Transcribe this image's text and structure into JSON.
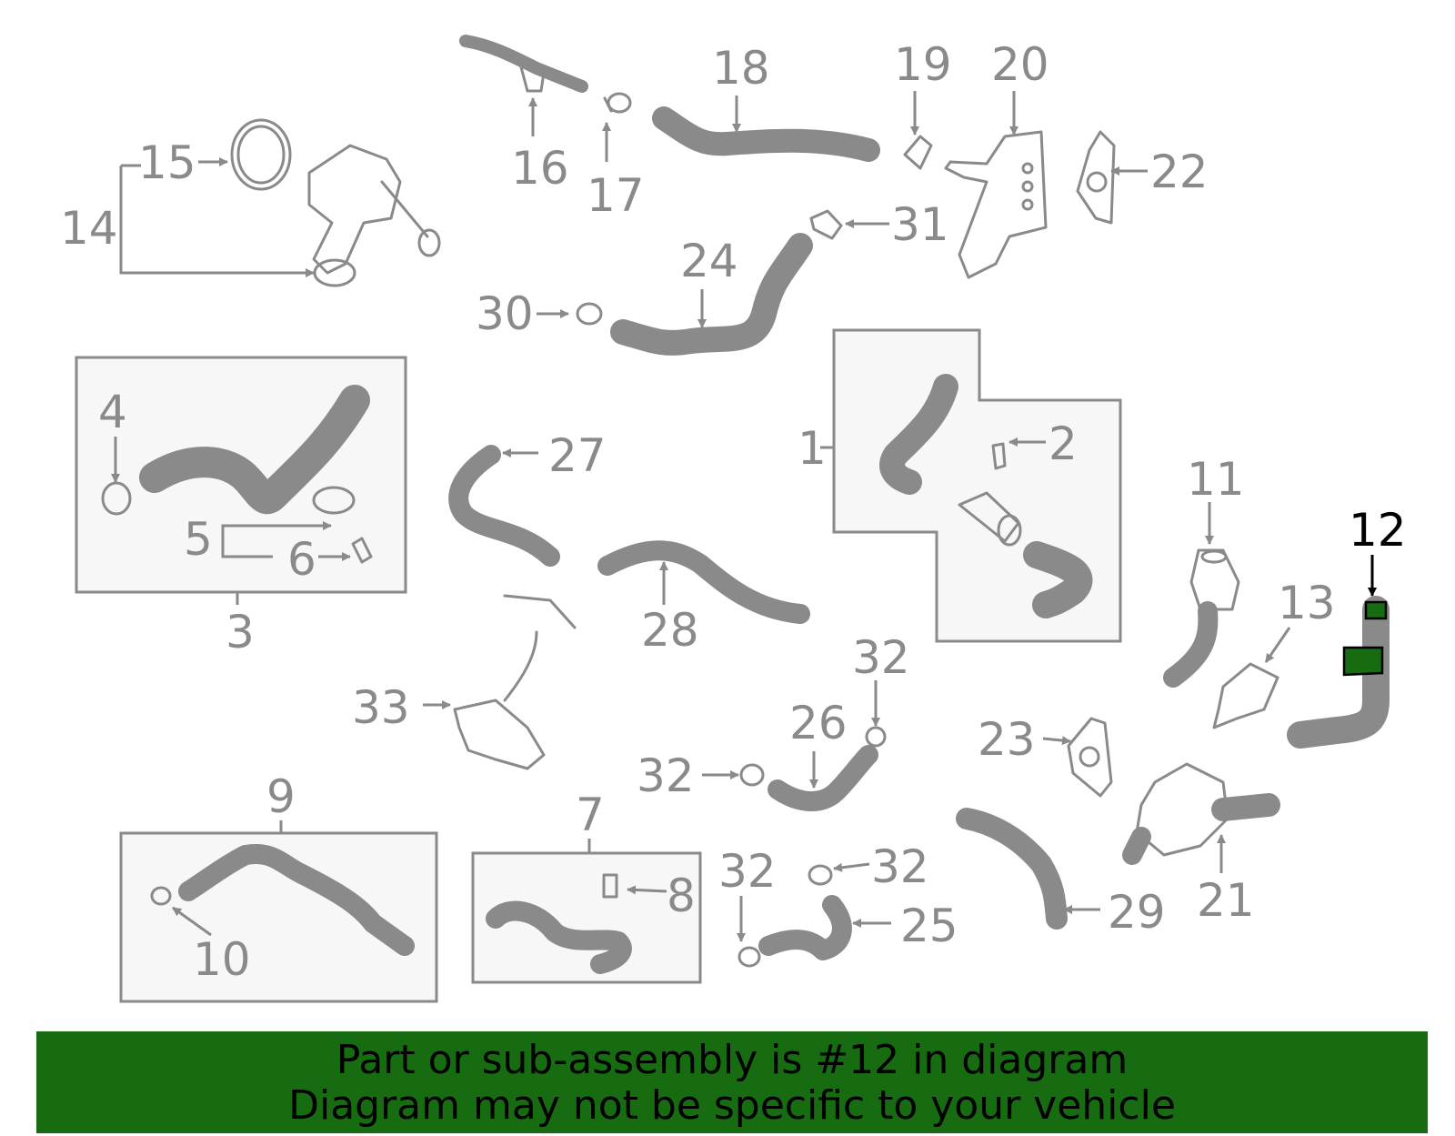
{
  "diagram": {
    "highlighted_part": "12",
    "highlight_color": "#176b11",
    "line_color": "#8a8a8a",
    "callouts": {
      "c1": "1",
      "c2": "2",
      "c3": "3",
      "c4": "4",
      "c5": "5",
      "c6": "6",
      "c7": "7",
      "c8": "8",
      "c9": "9",
      "c10": "10",
      "c11": "11",
      "c12": "12",
      "c13": "13",
      "c14": "14",
      "c15": "15",
      "c16": "16",
      "c17": "17",
      "c18": "18",
      "c19": "19",
      "c20": "20",
      "c21": "21",
      "c22": "22",
      "c23": "23",
      "c24": "24",
      "c25": "25",
      "c26": "26",
      "c27": "27",
      "c28": "28",
      "c29": "29",
      "c30": "30",
      "c31": "31",
      "c32a": "32",
      "c32b": "32",
      "c32c": "32",
      "c32d": "32",
      "c33": "33"
    }
  },
  "banner": {
    "line1": "Part or sub-assembly is #12 in diagram",
    "line2": "Diagram may not be specific to your vehicle",
    "background": "#176b11"
  }
}
